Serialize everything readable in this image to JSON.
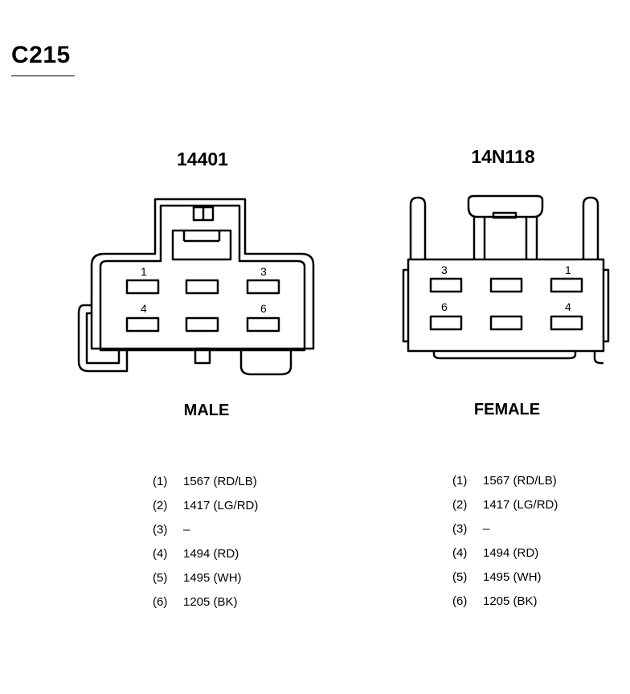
{
  "diagram_title": "C215",
  "connectors": [
    {
      "part_number": "14401",
      "gender": "MALE",
      "cavity_labels": {
        "1": "1",
        "3": "3",
        "4": "4",
        "6": "6"
      },
      "pins": [
        {
          "num": "(1)",
          "desc": "1567 (RD/LB)"
        },
        {
          "num": "(2)",
          "desc": "1417 (LG/RD)"
        },
        {
          "num": "(3)",
          "desc": "–"
        },
        {
          "num": "(4)",
          "desc": "1494 (RD)"
        },
        {
          "num": "(5)",
          "desc": "1495 (WH)"
        },
        {
          "num": "(6)",
          "desc": "1205 (BK)"
        }
      ]
    },
    {
      "part_number": "14N118",
      "gender": "FEMALE",
      "cavity_labels": {
        "1": "1",
        "3": "3",
        "4": "4",
        "6": "6"
      },
      "pins": [
        {
          "num": "(1)",
          "desc": "1567 (RD/LB)"
        },
        {
          "num": "(2)",
          "desc": "1417 (LG/RD)"
        },
        {
          "num": "(3)",
          "desc": "–"
        },
        {
          "num": "(4)",
          "desc": "1494 (RD)"
        },
        {
          "num": "(5)",
          "desc": "1495 (WH)"
        },
        {
          "num": "(6)",
          "desc": "1205 (BK)"
        }
      ]
    }
  ]
}
